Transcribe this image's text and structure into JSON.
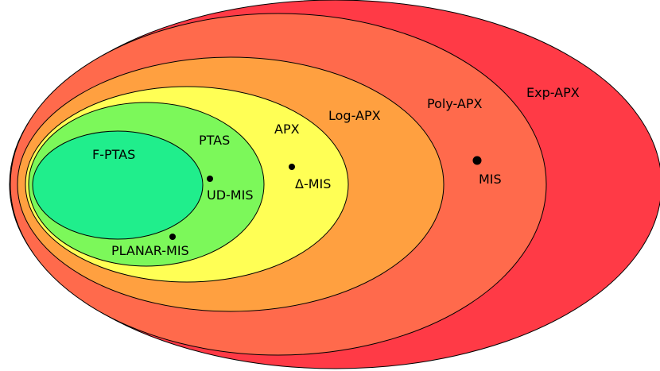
{
  "colors": {
    "exp_apx": "#ff3a46",
    "poly_apx": "#ff6a4c",
    "log_apx": "#ffa040",
    "apx": "#ffff55",
    "ptas": "#7cf85a",
    "f_ptas": "#20ee8c",
    "outline": "#000000",
    "dot": "#000000"
  },
  "regions": {
    "exp_apx": "Exp-APX",
    "poly_apx": "Poly-APX",
    "log_apx": "Log-APX",
    "apx": "APX",
    "ptas": "PTAS",
    "f_ptas": "F-PTAS"
  },
  "problems": {
    "mis": "MIS",
    "delta_mis": "Δ-MIS",
    "ud_mis": "UD-MIS",
    "planar_mis": "PLANAR-MIS"
  }
}
